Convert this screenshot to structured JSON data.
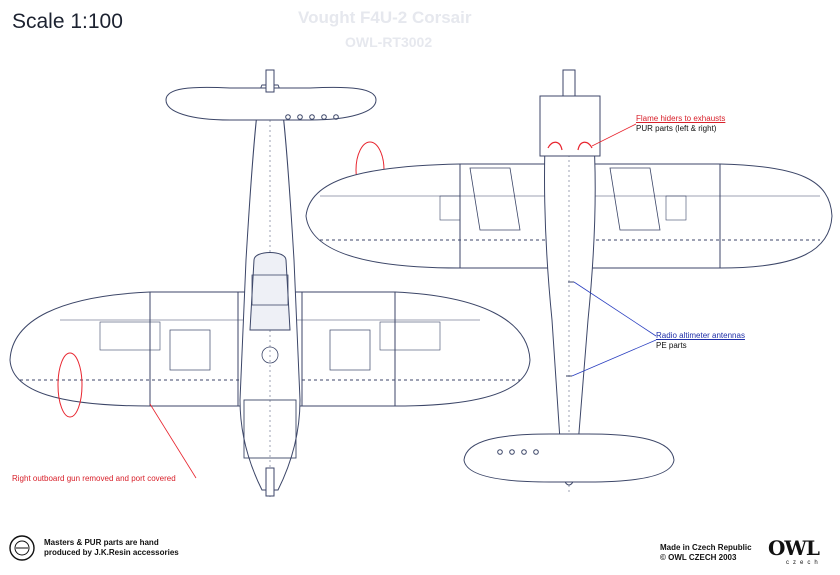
{
  "header": {
    "scale": "Scale 1:100",
    "ghost_title": "Vought F4U-2 Corsair",
    "ghost_subtitle": "OWL-RT3002"
  },
  "callouts": {
    "flame_hiders": {
      "title": "Flame hiders to exhausts",
      "note": "PUR parts (left & right)"
    },
    "radio_altimeter": {
      "title": "Radio altimeter antennas",
      "note": "PE parts"
    },
    "gun_removed": {
      "title": "Right outboard gun removed and port covered"
    }
  },
  "footer": {
    "credit_line1": "Masters & PUR parts are hand",
    "credit_line2": "produced by J.K.Resin accessories",
    "made_in": "Made in Czech Republic",
    "copyright": "© OWL CZECH 2003",
    "logo": "OWL",
    "logo_sub": "czech"
  },
  "colors": {
    "outline": "#3c4668",
    "highlight_red": "#e8242e",
    "highlight_blue": "#2a3fc0",
    "text": "#111111"
  }
}
